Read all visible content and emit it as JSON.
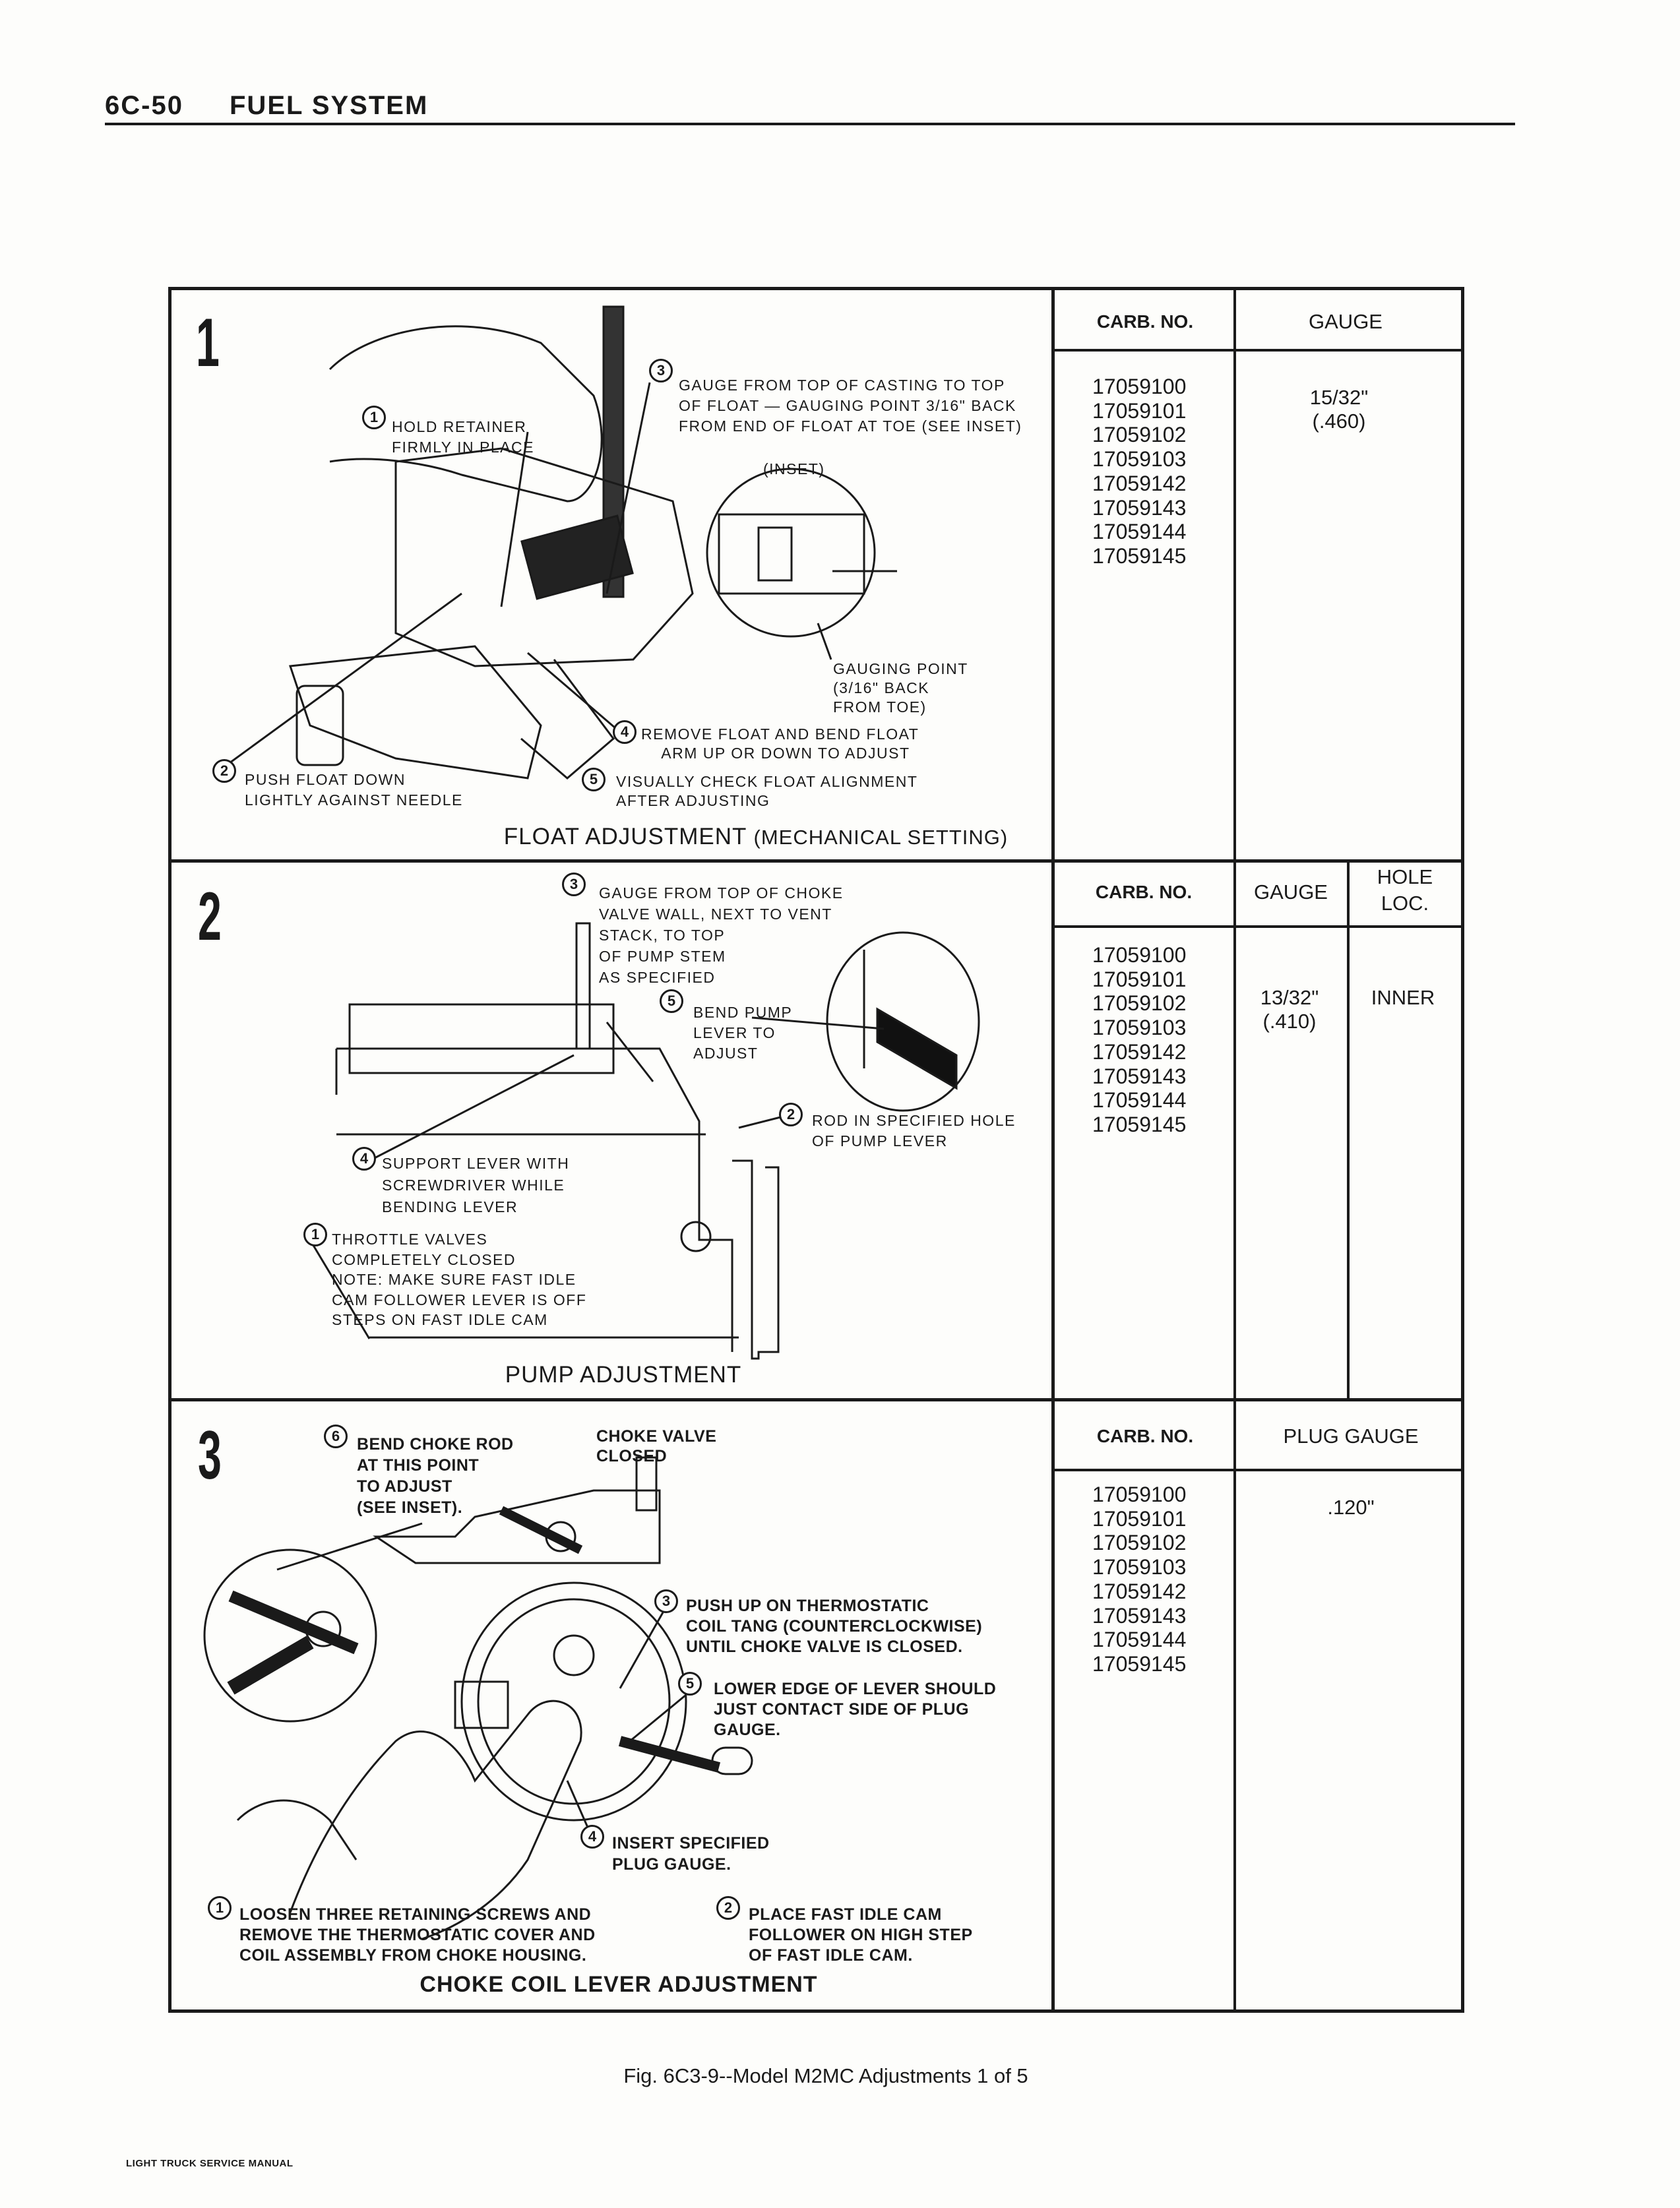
{
  "header": {
    "page": "6C-50",
    "section": "FUEL SYSTEM"
  },
  "panels": [
    {
      "number": "1",
      "title": "FLOAT ADJUSTMENT",
      "title_sub": "(MECHANICAL SETTING)",
      "callouts": [
        {
          "n": "1",
          "text": "HOLD RETAINER\nFIRMLY IN PLACE"
        },
        {
          "n": "2",
          "text": "PUSH FLOAT DOWN\nLIGHTLY AGAINST NEEDLE"
        },
        {
          "n": "3",
          "text": "GAUGE FROM TOP OF CASTING TO TOP\nOF FLOAT — GAUGING POINT 3/16\" BACK\nFROM END OF FLOAT AT TOE (SEE INSET)"
        },
        {
          "n": "4",
          "text": "REMOVE FLOAT AND BEND FLOAT\n    ARM UP OR DOWN TO ADJUST"
        },
        {
          "n": "5",
          "text": "VISUALLY CHECK FLOAT ALIGNMENT\nAFTER ADJUSTING"
        }
      ],
      "inset_label": "(INSET)",
      "gauging_point": "GAUGING POINT\n(3/16\" BACK\nFROM TOE)",
      "table": {
        "headers": [
          "CARB. NO.",
          "GAUGE"
        ],
        "carb_numbers": [
          "17059100",
          "17059101",
          "17059102",
          "17059103",
          "17059142",
          "17059143",
          "17059144",
          "17059145"
        ],
        "gauge": "15/32\"\n(.460)"
      }
    },
    {
      "number": "2",
      "title": "PUMP ADJUSTMENT",
      "callouts": [
        {
          "n": "1",
          "text": "THROTTLE VALVES\nCOMPLETELY CLOSED\nNOTE: MAKE SURE FAST IDLE\nCAM FOLLOWER LEVER IS OFF\nSTEPS ON FAST IDLE CAM"
        },
        {
          "n": "2",
          "text": "ROD IN SPECIFIED HOLE\nOF PUMP LEVER"
        },
        {
          "n": "3",
          "text": "GAUGE FROM TOP OF CHOKE\nVALVE WALL, NEXT TO VENT\nSTACK, TO TOP\nOF PUMP STEM\nAS SPECIFIED"
        },
        {
          "n": "4",
          "text": "SUPPORT LEVER WITH\nSCREWDRIVER WHILE\nBENDING LEVER"
        },
        {
          "n": "5",
          "text": "BEND PUMP\nLEVER TO\nADJUST"
        }
      ],
      "table": {
        "headers": [
          "CARB. NO.",
          "GAUGE",
          "HOLE\nLOC."
        ],
        "carb_numbers": [
          "17059100",
          "17059101",
          "17059102",
          "17059103",
          "17059142",
          "17059143",
          "17059144",
          "17059145"
        ],
        "gauge": "13/32\"\n(.410)",
        "hole_loc": "INNER"
      }
    },
    {
      "number": "3",
      "title": "CHOKE COIL LEVER ADJUSTMENT",
      "callouts": [
        {
          "n": "1",
          "text": "LOOSEN THREE RETAINING SCREWS AND\nREMOVE THE THERMOSTATIC COVER AND\nCOIL ASSEMBLY FROM CHOKE HOUSING."
        },
        {
          "n": "2",
          "text": "PLACE FAST IDLE CAM\nFOLLOWER ON HIGH STEP\nOF FAST IDLE CAM."
        },
        {
          "n": "3",
          "text": "PUSH UP ON THERMOSTATIC\nCOIL TANG (COUNTERCLOCKWISE)\nUNTIL CHOKE VALVE IS CLOSED."
        },
        {
          "n": "4",
          "text": "INSERT SPECIFIED\nPLUG GAUGE."
        },
        {
          "n": "5",
          "text": "LOWER EDGE OF LEVER SHOULD\nJUST CONTACT SIDE OF PLUG\nGAUGE."
        },
        {
          "n": "6",
          "text": "BEND CHOKE ROD\nAT THIS POINT\nTO ADJUST\n(SEE INSET)."
        }
      ],
      "choke_valve_label": "CHOKE VALVE\nCLOSED",
      "table": {
        "headers": [
          "CARB. NO.",
          "PLUG GAUGE"
        ],
        "carb_numbers": [
          "17059100",
          "17059101",
          "17059102",
          "17059103",
          "17059142",
          "17059143",
          "17059144",
          "17059145"
        ],
        "gauge": ".120\""
      }
    }
  ],
  "caption": "Fig. 6C3-9--Model M2MC Adjustments 1 of 5",
  "footer": "LIGHT TRUCK SERVICE MANUAL"
}
